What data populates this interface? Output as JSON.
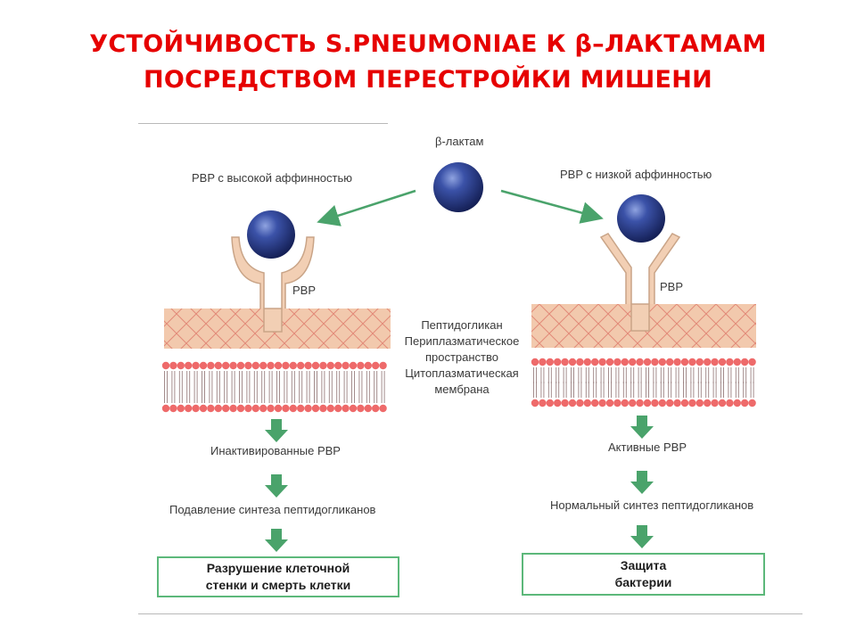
{
  "title": {
    "line1": "УСТОЙЧИВОСТЬ S.PNEUMONIAE К β–ЛАКТАМАМ",
    "line2": "ПОСРЕДСТВОМ ПЕРЕСТРОЙКИ МИШЕНИ"
  },
  "beta_lactam_label": "β-лактам",
  "left": {
    "affinity_label": "PBP с высокой аффинностью",
    "pbp_label": "PBP",
    "step1": "Инактивированные PBP",
    "step2": "Подавление синтеза пептидогликанов",
    "result_line1": "Разрушение клеточной",
    "result_line2": "стенки и смерть клетки"
  },
  "right": {
    "affinity_label": "PBP с низкой аффинностью",
    "pbp_label": "PBP",
    "step1": "Активные PBP",
    "step2": "Нормальный синтез пептидогликанов",
    "result_line1": "Защита",
    "result_line2": "бактерии"
  },
  "center_labels": {
    "peptidoglycan": "Пептидогликан",
    "periplasmic_1": "Периплазматическое",
    "periplasmic_2": "пространство",
    "cytoplasmic_1": "Цитоплазматическая",
    "cytoplasmic_2": "мембрана"
  },
  "colors": {
    "title": "#e60000",
    "sphere": "#2b3f8c",
    "pbp_stem": "#f2cfb4",
    "pbp_stroke": "#c9a487",
    "wall": "#f2c9ad",
    "wall_mesh": "#e28a78",
    "lipid_head": "#ee6a6a",
    "green": "#5cb87a"
  }
}
